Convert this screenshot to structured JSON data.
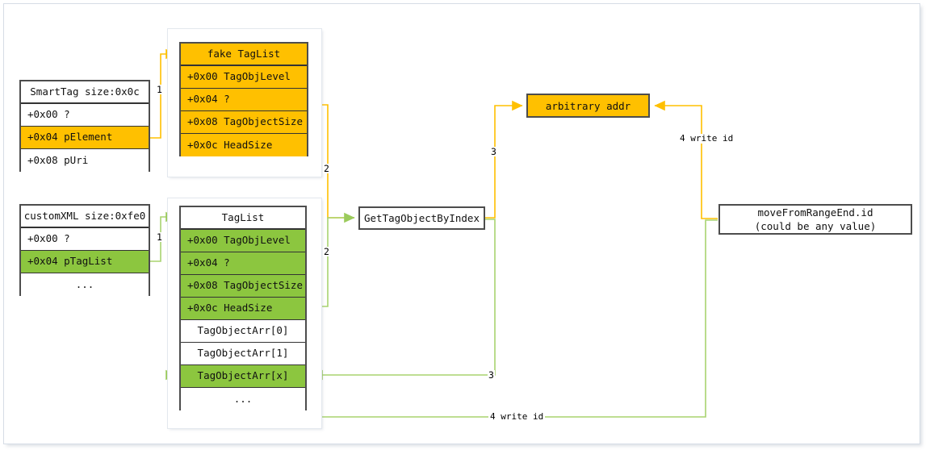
{
  "colors": {
    "orange": "#FFC000",
    "green": "#8CC63F",
    "orange_wire": "#FFC000",
    "green_wire": "#A8D46F",
    "box_border": "#4d4d4d",
    "frame_border": "#d6dde6"
  },
  "structs": {
    "smarttag": {
      "title": "SmartTag size:0x0c",
      "rows": [
        {
          "label": "+0x00 ?",
          "fill": "white"
        },
        {
          "label": "+0x04 pElement",
          "fill": "orange"
        },
        {
          "label": "+0x08 pUri",
          "fill": "white"
        }
      ]
    },
    "fake_taglist": {
      "title": "fake TagList",
      "title_fill": "orange",
      "rows": [
        {
          "label": "+0x00 TagObjLevel",
          "fill": "orange"
        },
        {
          "label": "+0x04 ?",
          "fill": "orange"
        },
        {
          "label": "+0x08 TagObjectSize",
          "fill": "orange"
        },
        {
          "label": "+0x0c HeadSize",
          "fill": "orange"
        }
      ]
    },
    "customxml": {
      "title": "customXML size:0xfe0",
      "rows": [
        {
          "label": "+0x00 ?",
          "fill": "white"
        },
        {
          "label": "+0x04 pTagList",
          "fill": "green"
        },
        {
          "label": "...",
          "fill": "white",
          "align": "center"
        }
      ]
    },
    "taglist": {
      "title": "TagList",
      "title_fill": "white",
      "rows": [
        {
          "label": "+0x00 TagObjLevel",
          "fill": "green"
        },
        {
          "label": "+0x04 ?",
          "fill": "green"
        },
        {
          "label": "+0x08 TagObjectSize",
          "fill": "green"
        },
        {
          "label": "+0x0c HeadSize",
          "fill": "green"
        },
        {
          "label": "TagObjectArr[0]",
          "fill": "white",
          "align": "center"
        },
        {
          "label": "TagObjectArr[1]",
          "fill": "white",
          "align": "center"
        },
        {
          "label": "TagObjectArr[x]",
          "fill": "green",
          "align": "center"
        },
        {
          "label": "...",
          "fill": "white",
          "align": "center"
        }
      ]
    }
  },
  "boxes": {
    "arbitrary_addr": "arbitrary addr",
    "get_tag_object_by_index": "GetTagObjectByIndex",
    "move_from_range_end_line1": "moveFromRangeEnd.id",
    "move_from_range_end_line2": "(could be any value)"
  },
  "labels": {
    "step1_orange": "1",
    "step1_green": "1",
    "step2_orange": "2",
    "step2_green": "2",
    "step3_orange": "3",
    "step3_green": "3",
    "step4_orange": "4 write id",
    "step4_green": "4 write id"
  }
}
